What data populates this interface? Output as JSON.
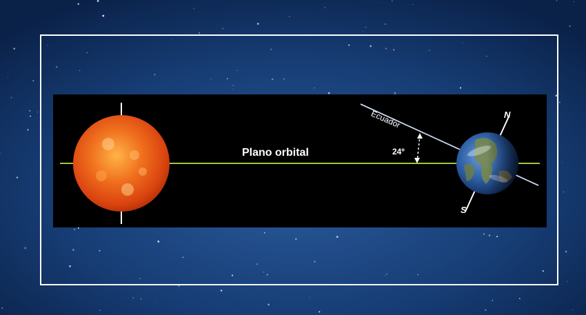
{
  "labels": {
    "orbital_plane": "Plano orbital",
    "angle": "24º",
    "equator": "Ecuador",
    "north": "N",
    "south": "S"
  },
  "colors": {
    "background": "#0e2a55",
    "panel": "#000000",
    "orbital_plane_line": "#a4c639",
    "sun": "#e8531c",
    "earth_ocean": "#2d5fa6",
    "axis": "#ffffff"
  }
}
